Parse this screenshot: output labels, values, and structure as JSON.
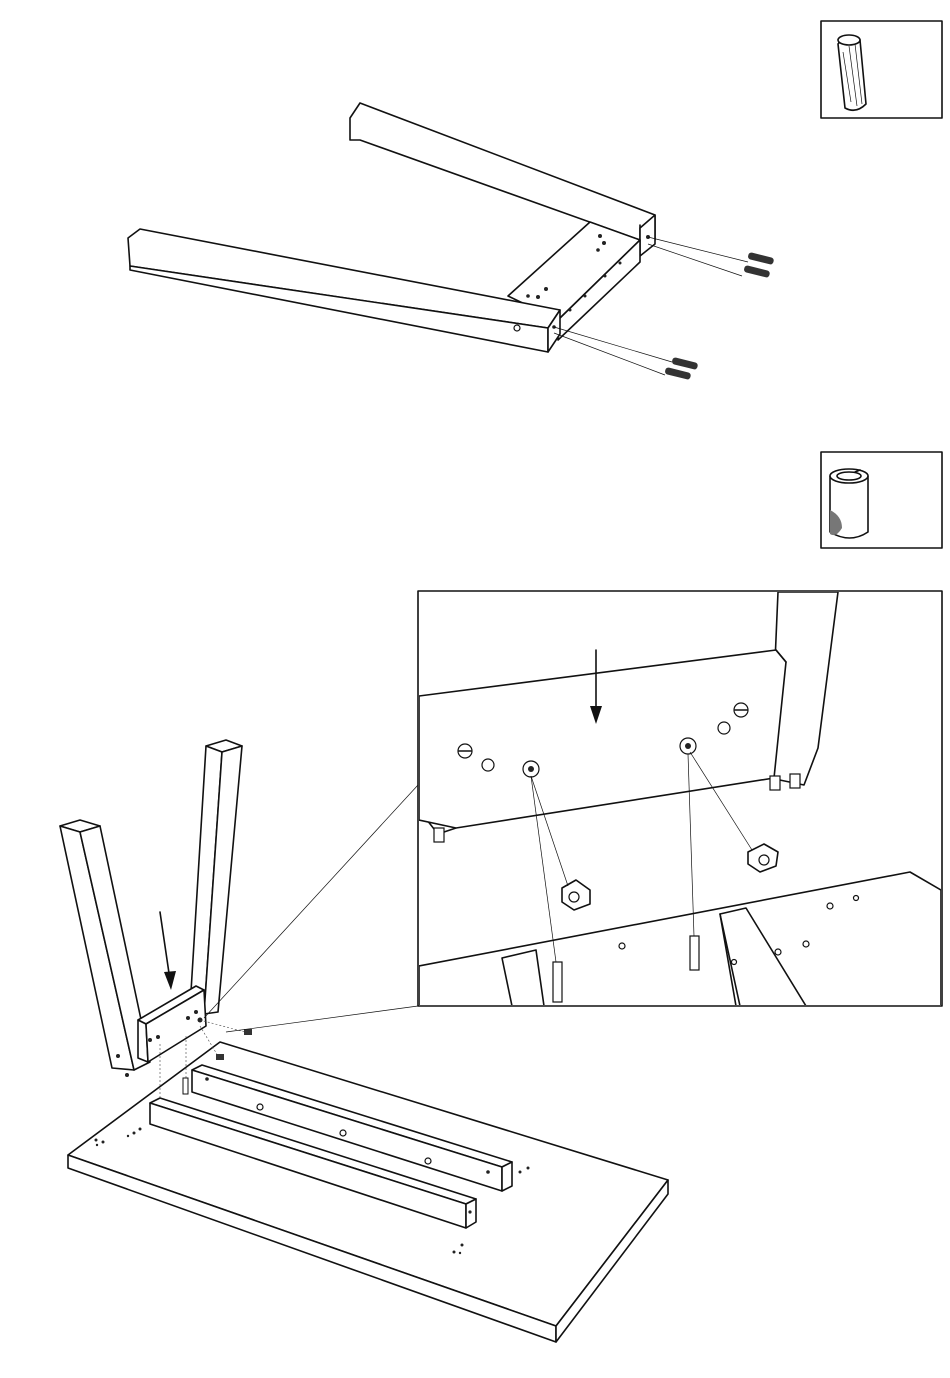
{
  "figure": {
    "type": "assembly-instructions",
    "steps": [
      {
        "id": "frame-assembly",
        "part_callout_icon": "wooden-dowel-icon",
        "fastener_count": 4
      },
      {
        "id": "frame-to-top-assembly",
        "part_callout_icon": "cam-lock-nut-icon",
        "detail_view": true
      }
    ],
    "colors": {
      "line": "#111111",
      "background": "#ffffff"
    }
  }
}
